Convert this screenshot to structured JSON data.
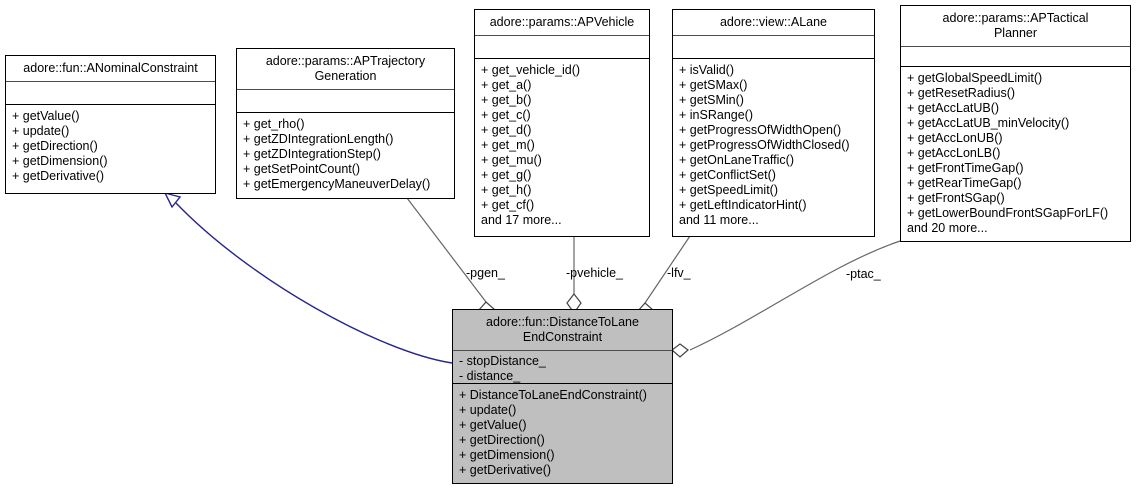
{
  "diagram": {
    "type": "uml-class-diagram",
    "background": "#ffffff",
    "highlight_fill": "#bfbfbf",
    "inheritance_color": "#26268c",
    "association_color": "#666666"
  },
  "classes": {
    "anominalconstraint": {
      "title": "adore::fun::ANominalConstraint",
      "attributes": [],
      "operations": [
        "+ getValue()",
        "+ update()",
        "+ getDirection()",
        "+ getDimension()",
        "+ getDerivative()"
      ]
    },
    "aptrajectorygeneration": {
      "title": "adore::params::APTrajectory\nGeneration",
      "attributes": [],
      "operations": [
        "+ get_rho()",
        "+ getZDIntegrationLength()",
        "+ getZDIntegrationStep()",
        "+ getSetPointCount()",
        "+ getEmergencyManeuverDelay()"
      ]
    },
    "apvehicle": {
      "title": "adore::params::APVehicle",
      "attributes": [],
      "operations": [
        "+ get_vehicle_id()",
        "+ get_a()",
        "+ get_b()",
        "+ get_c()",
        "+ get_d()",
        "+ get_m()",
        "+ get_mu()",
        "+ get_g()",
        "+ get_h()",
        "+ get_cf()",
        "and 17 more..."
      ]
    },
    "alane": {
      "title": "adore::view::ALane",
      "attributes": [],
      "operations": [
        "+ isValid()",
        "+ getSMax()",
        "+ getSMin()",
        "+ inSRange()",
        "+ getProgressOfWidthOpen()",
        "+ getProgressOfWidthClosed()",
        "+ getOnLaneTraffic()",
        "+ getConflictSet()",
        "+ getSpeedLimit()",
        "+ getLeftIndicatorHint()",
        "and 11 more..."
      ]
    },
    "aptacticalplanner": {
      "title": "adore::params::APTactical\nPlanner",
      "attributes": [],
      "operations": [
        "+ getGlobalSpeedLimit()",
        "+ getResetRadius()",
        "+ getAccLatUB()",
        "+ getAccLatUB_minVelocity()",
        "+ getAccLonUB()",
        "+ getAccLonLB()",
        "+ getFrontTimeGap()",
        "+ getRearTimeGap()",
        "+ getFrontSGap()",
        "+ getLowerBoundFrontSGapForLF()",
        "and 20 more..."
      ]
    },
    "distancetolaneendconstraint": {
      "title": "adore::fun::DistanceToLane\nEndConstraint",
      "attributes": [
        "- stopDistance_",
        "- distance_"
      ],
      "operations": [
        "+ DistanceToLaneEndConstraint()",
        "+ update()",
        "+ getValue()",
        "+ getDirection()",
        "+ getDimension()",
        "+ getDerivative()"
      ]
    }
  },
  "edge_labels": {
    "pgen": "-pgen_",
    "pvehicle": "-pvehicle_",
    "lfv": "-lfv_",
    "ptac": "-ptac_"
  }
}
